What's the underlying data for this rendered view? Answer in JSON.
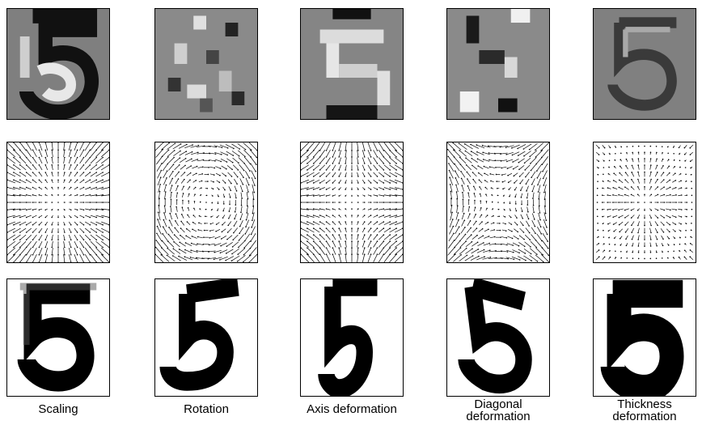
{
  "labels": {
    "scaling": "Scaling",
    "rotation": "Rotation",
    "axis": "Axis deformation",
    "diagonal_1": "Diagonal",
    "diagonal_2": "deformation",
    "thickness_1": "Thickness",
    "thickness_2": "deformation"
  }
}
